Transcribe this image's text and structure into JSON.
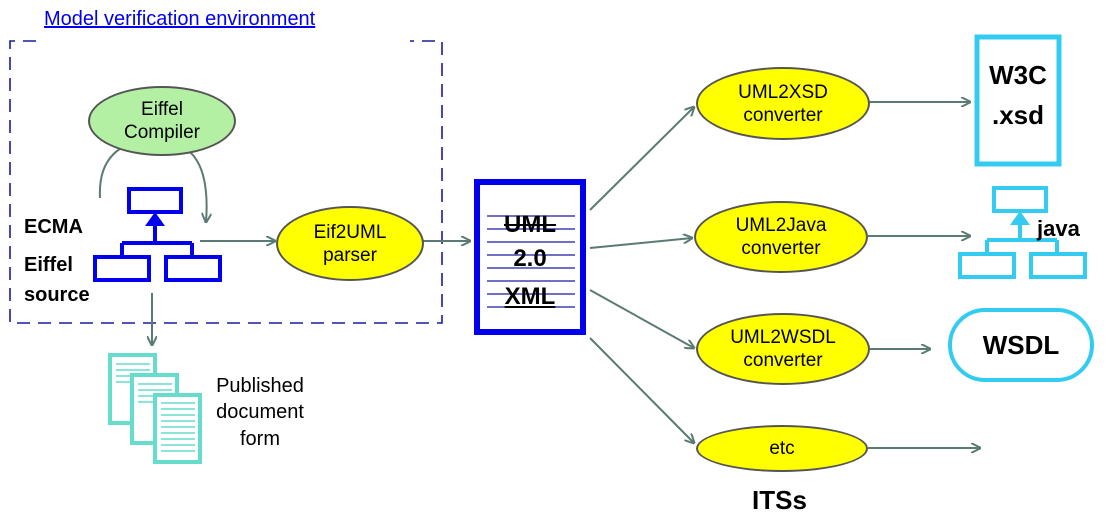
{
  "environment": {
    "title": "Model verification environment"
  },
  "compiler": {
    "line1": "Eiffel",
    "line2": "Compiler"
  },
  "source_label": {
    "line1": "ECMA",
    "line2": "Eiffel",
    "line3": "source"
  },
  "parser": {
    "line1": "Eif2UML",
    "line2": "parser"
  },
  "uml_document": {
    "line1": "UML",
    "line2": "2.0",
    "line3": "XML"
  },
  "published": {
    "line1": "Published",
    "line2": "document",
    "line3": "form"
  },
  "converters": [
    {
      "line1": "UML2XSD",
      "line2": "converter"
    },
    {
      "line1": "UML2Java",
      "line2": "converter"
    },
    {
      "line1": "UML2WSDL",
      "line2": "converter"
    },
    {
      "line1": "etc",
      "line2": ""
    }
  ],
  "outputs": {
    "xsd": {
      "line1": "W3C",
      "line2": ".xsd"
    },
    "java": "java",
    "wsdl": "WSDL"
  },
  "group_label": "ITSs",
  "colors": {
    "dark_blue": "#0000ee",
    "light_blue": "#33ccf0",
    "teal": "#66ddcc",
    "yellow": "#ffff00",
    "green": "#b3f0a4",
    "arrow": "#5a7a74"
  }
}
